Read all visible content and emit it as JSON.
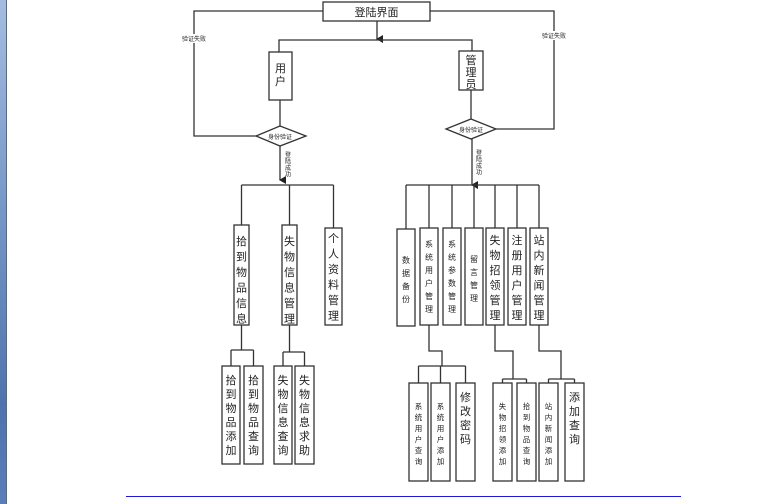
{
  "diagram": {
    "root": "登陆界面",
    "fail_label_left": "验证失败",
    "fail_label_right": "验证失败",
    "roles": [
      {
        "label": "用户",
        "decision": "身份验证",
        "success_label": "登陆成功",
        "modules": [
          {
            "label": "拾到物品信息",
            "children": [
              "拾到物品添加",
              "拾到物品查询"
            ]
          },
          {
            "label": "失物信息管理",
            "children": [
              "失物信息查询",
              "失物信息求助"
            ]
          },
          {
            "label": "个人资料管理",
            "children": []
          }
        ]
      },
      {
        "label": "管理员",
        "decision": "身份验证",
        "success_label": "登陆成功",
        "modules": [
          {
            "label": "数据备份",
            "children": []
          },
          {
            "label": "系统用户管理",
            "children": [
              "系统用户查询",
              "系统用户添加",
              "修改密码"
            ]
          },
          {
            "label": "系统参数管理",
            "children": []
          },
          {
            "label": "留言管理",
            "children": []
          },
          {
            "label": "失物招领管理",
            "children": [
              "失物招领添加",
              "拾到物品查询"
            ]
          },
          {
            "label": "注册用户管理",
            "children": []
          },
          {
            "label": "站内新闻管理",
            "children": [
              "站内新闻添加",
              "添加查询"
            ]
          }
        ]
      }
    ]
  }
}
